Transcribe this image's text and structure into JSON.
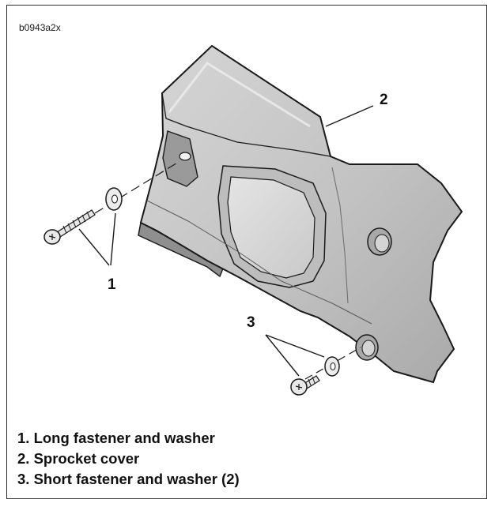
{
  "figure": {
    "id_label": "b0943a2x",
    "callouts": {
      "c1": "1",
      "c2": "2",
      "c3": "3"
    },
    "legend": [
      "1. Long fastener and washer",
      "2. Sprocket cover",
      "3. Short fastener and washer (2)"
    ]
  },
  "colors": {
    "stroke": "#1a1a1a",
    "cover_fill": "#c8c8c8",
    "cover_shadow": "#9e9e9e",
    "window_fill": "#d9d9d9",
    "hardware_fill": "#ececec"
  }
}
